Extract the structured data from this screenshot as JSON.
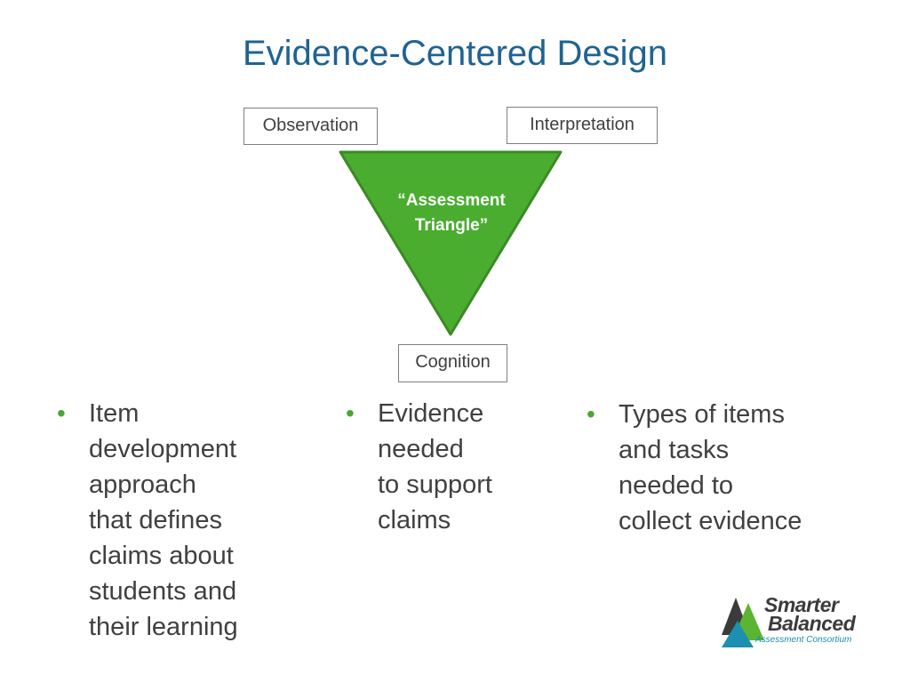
{
  "slide": {
    "title": "Evidence-Centered Design"
  },
  "diagram": {
    "observation": "Observation",
    "interpretation": "Interpretation",
    "cognition": "Cognition",
    "triangle_line1": "“Assessment",
    "triangle_line2": "Triangle”",
    "triangle_color": "#4aad2f"
  },
  "columns": [
    {
      "lines": [
        "Item",
        "development",
        "approach",
        "that defines",
        "claims about",
        "students and",
        "their learning"
      ]
    },
    {
      "lines": [
        "Evidence",
        "needed",
        "to support",
        "claims"
      ]
    },
    {
      "lines": [
        "Types of items",
        "and tasks",
        "needed to",
        "collect evidence"
      ]
    }
  ],
  "logo": {
    "line1": "Smarter",
    "line2": "Balanced",
    "line3": "Assessment Consortium",
    "colors": {
      "dark": "#3b3b3b",
      "green": "#5cb531",
      "teal": "#1d8fb0"
    }
  }
}
